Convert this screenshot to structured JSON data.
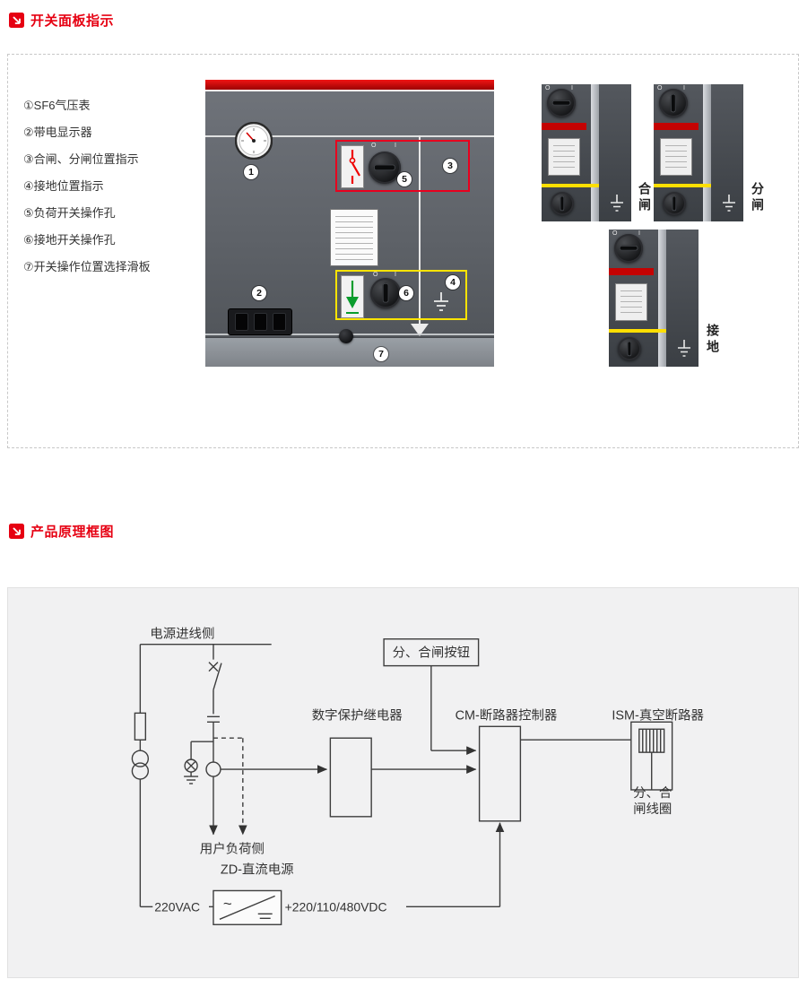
{
  "section_panel": {
    "title": "开关面板指示",
    "legend": [
      "①SF6气压表",
      "②带电显示器",
      "③合闸、分闸位置指示",
      "④接地位置指示",
      "⑤负荷开关操作孔",
      "⑥接地开关操作孔",
      "⑦开关操作位置选择滑板"
    ],
    "callouts": [
      "1",
      "2",
      "3",
      "4",
      "5",
      "6",
      "7"
    ],
    "knob_marks": {
      "o": "O",
      "i": "I"
    },
    "states": [
      "合闸",
      "分闸",
      "接地"
    ]
  },
  "section_diagram": {
    "title": "产品原理框图",
    "labels": {
      "incoming_side": "电源进线侧",
      "relay": "数字保护继电器",
      "buttons": "分、合闸按钮",
      "controller": "CM-断路器控制器",
      "breaker": "ISM-真空断路器",
      "coil_line1": "分、合",
      "coil_line2": "闸线圈",
      "load_side": "用户负荷侧",
      "dc_source": "ZD-直流电源",
      "ac_voltage": "220VAC",
      "dc_voltage": "+220/110/480VDC",
      "ac_symbol": "~"
    }
  }
}
